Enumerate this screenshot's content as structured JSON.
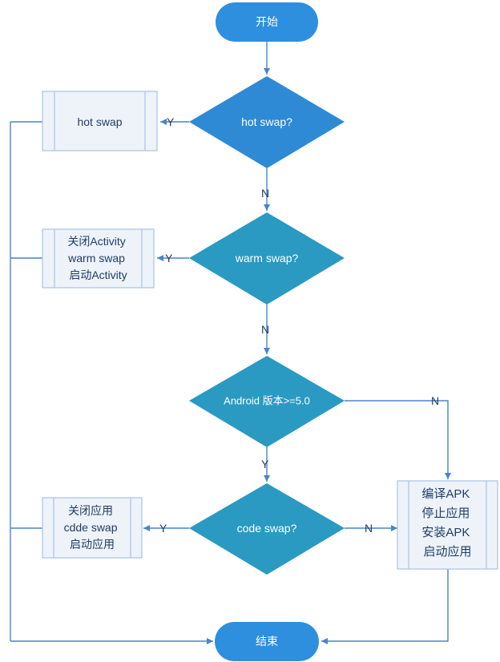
{
  "colors": {
    "connector": "#4a83c9",
    "terminal_fill": "#2e8fdf",
    "decision_fill": "#2f8ad6",
    "decision_fill_teal": "#2a9ac2",
    "process_fill": "#eef3fa",
    "process_border": "#a9c3e3",
    "dark_text": "#1f3d63"
  },
  "nodes": {
    "start": "开始",
    "end": "结束",
    "decision_hot": "hot swap?",
    "decision_warm": "warm swap?",
    "decision_android": "Android 版本>=5.0",
    "decision_code": "code swap?",
    "process_hot": [
      "hot swap"
    ],
    "process_warm": [
      "关闭Activity",
      "warm swap",
      "启动Activity"
    ],
    "process_code": [
      "关闭应用",
      "cdde swap",
      "启动应用"
    ],
    "process_rebuild": [
      "编译APK",
      "停止应用",
      "安装APK",
      "启动应用"
    ]
  },
  "edges": {
    "hot_yes": "Y",
    "hot_no": "N",
    "warm_yes": "Y",
    "warm_no": "N",
    "android_yes": "Y",
    "android_no": "N",
    "code_yes": "Y",
    "code_no": "N"
  }
}
